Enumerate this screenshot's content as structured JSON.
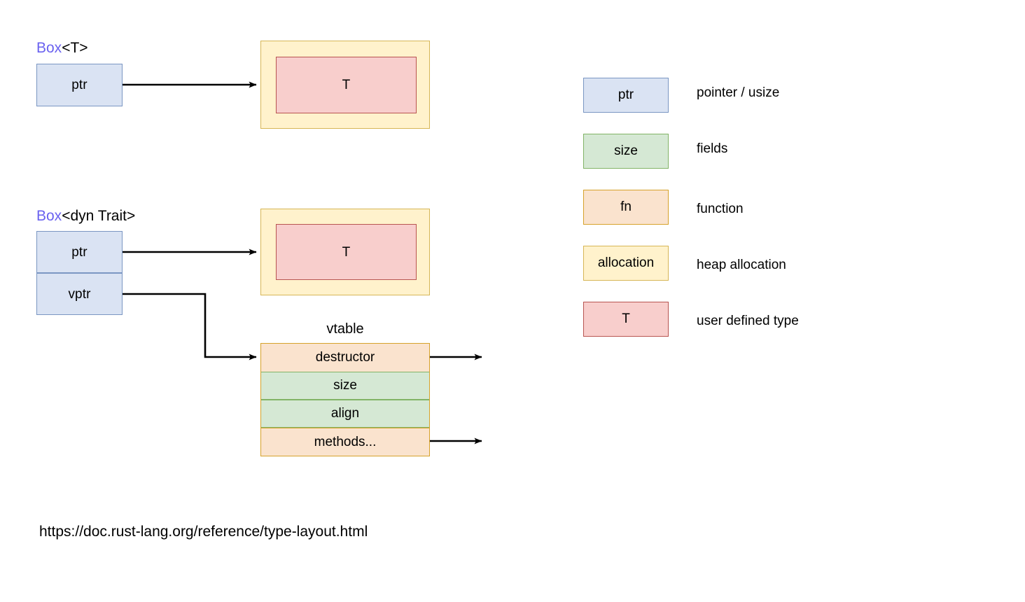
{
  "diagram": {
    "title_prefix": "Box",
    "footer_url": "https://doc.rust-lang.org/reference/type-layout.html",
    "vtable_caption": "vtable"
  },
  "colors": {
    "ptr_fill": "#dae3f3",
    "ptr_stroke": "#7a96c2",
    "field_fill": "#d5e8d4",
    "field_stroke": "#82b366",
    "fn_fill": "#fae3ce",
    "fn_stroke": "#d6a22a",
    "alloc_fill": "#fff2cc",
    "alloc_stroke": "#d6b656",
    "type_fill": "#f8cecc",
    "type_stroke": "#b85450",
    "keyword_text": "#6a62f0",
    "edge": "#000000"
  },
  "section_box_t": {
    "label_keyword": "Box",
    "label_generic": "<T>",
    "ptr_cell": "ptr",
    "allocation_label": "",
    "type_cell": "T"
  },
  "section_box_dyn": {
    "label_keyword": "Box",
    "label_generic": "<dyn Trait>",
    "ptr_cell": "ptr",
    "vptr_cell": "vptr",
    "allocation_label": "",
    "type_cell": "T"
  },
  "vtable": {
    "caption": "vtable",
    "rows": [
      {
        "label": "destructor",
        "kind": "fn",
        "has_pointer_dot": true
      },
      {
        "label": "size",
        "kind": "field",
        "has_pointer_dot": false
      },
      {
        "label": "align",
        "kind": "field",
        "has_pointer_dot": false
      },
      {
        "label": "methods...",
        "kind": "fn",
        "has_pointer_dot": true
      }
    ]
  },
  "legend": {
    "items": [
      {
        "swatch_label": "ptr",
        "description": "pointer / usize",
        "kind": "ptr"
      },
      {
        "swatch_label": "size",
        "description": "fields",
        "kind": "field"
      },
      {
        "swatch_label": "fn",
        "description": "function",
        "kind": "fn"
      },
      {
        "swatch_label": "allocation",
        "description": "heap allocation",
        "kind": "alloc"
      },
      {
        "swatch_label": "T",
        "description": "user defined type",
        "kind": "type"
      }
    ]
  }
}
